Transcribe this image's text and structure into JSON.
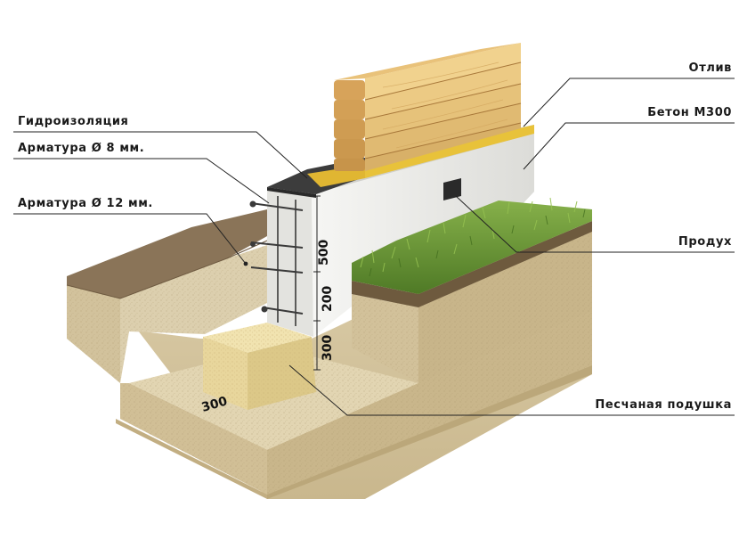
{
  "callouts": {
    "otliv": "Отлив",
    "beton": "Бетон М300",
    "produh": "Продух",
    "pesok": "Песчаная подушка",
    "gidro": "Гидроизоляция",
    "armatura8": "Арматура Ø 8 мм.",
    "armatura12": "Арматура Ø 12 мм."
  },
  "dimensions": {
    "wall_height": "500",
    "depth_upper": "200",
    "depth_lower": "300",
    "cushion_width": "300"
  },
  "colors": {
    "wood": "#e9c27a",
    "wood_dark": "#c9964a",
    "flashing": "#e8c23a",
    "concrete": "#ececea",
    "soil_top": "#8a7458",
    "soil_side": "#d6c6a2",
    "sand": "#ecdca4",
    "grass": "#6f9a3a"
  }
}
